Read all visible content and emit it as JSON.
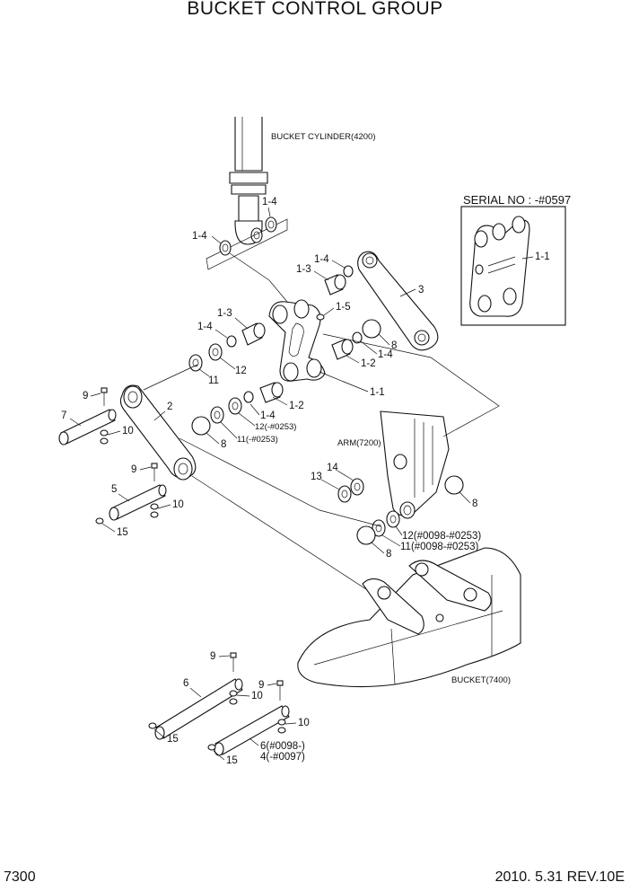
{
  "title": "BUCKET CONTROL GROUP",
  "footer": {
    "page_number": "7300",
    "revision": "2010. 5.31  REV.10E"
  },
  "references": {
    "bucket_cylinder": "BUCKET CYLINDER(4200)",
    "arm": "ARM(7200)",
    "bucket": "BUCKET(7400)",
    "serial_note": "SERIAL NO : -#0597"
  },
  "callouts": {
    "c1_4_a": "1-4",
    "c1_4_b": "1-4",
    "c1_4_c": "1-4",
    "c1_4_d": "1-4",
    "c1_4_e": "1-4",
    "c1_4_f": "1-4",
    "c1_3_a": "1-3",
    "c1_3_b": "1-3",
    "c1_5": "1-5",
    "c1_2_a": "1-2",
    "c1_2_b": "1-2",
    "c1_1": "1-1",
    "c1_1_inset": "1-1",
    "c2": "2",
    "c3": "3",
    "c5": "5",
    "c6": "6",
    "c7": "7",
    "c8_a": "8",
    "c8_b": "8",
    "c8_c": "8",
    "c8_d": "8",
    "c9_a": "9",
    "c9_b": "9",
    "c9_c": "9",
    "c9_d": "9",
    "c10_a": "10",
    "c10_b": "10",
    "c10_c": "10",
    "c10_d": "10",
    "c11_a": "11",
    "c11_b": "11(-#0253)",
    "c11_c": "11(#0098-#0253)",
    "c12_a": "12",
    "c12_b": "12(-#0253)",
    "c12_c": "12(#0098-#0253)",
    "c13": "13",
    "c14": "14",
    "c15_a": "15",
    "c15_b": "15",
    "c15_c": "15",
    "c6_alt": "6(#0098-)",
    "c4_alt": "4(-#0097)"
  }
}
